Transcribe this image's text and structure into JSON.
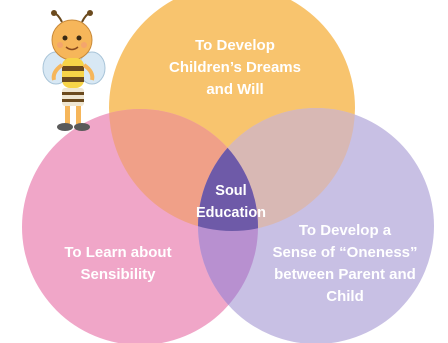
{
  "diagram": {
    "top_circle_label": "To Develop\nChildren’s Dreams\nand Will",
    "left_circle_label": "To Learn about\nSensibility",
    "right_circle_label": "To Develop a\nSense of “Oneness”\nbetween Parent and\nChild",
    "center_label": "Soul\nEducation"
  },
  "colors": {
    "top_circle": "#f8c46e",
    "left_circle": "#f0a6c8",
    "right_circle": "#c8c0e4",
    "top_left_overlap": "#f0a088",
    "top_right_overlap": "#d8b8b4",
    "left_right_overlap": "#b890d0",
    "center_overlap": "#6e5aa8",
    "label_text": "#ffffff"
  },
  "mascot_icon": "bee-character-icon"
}
